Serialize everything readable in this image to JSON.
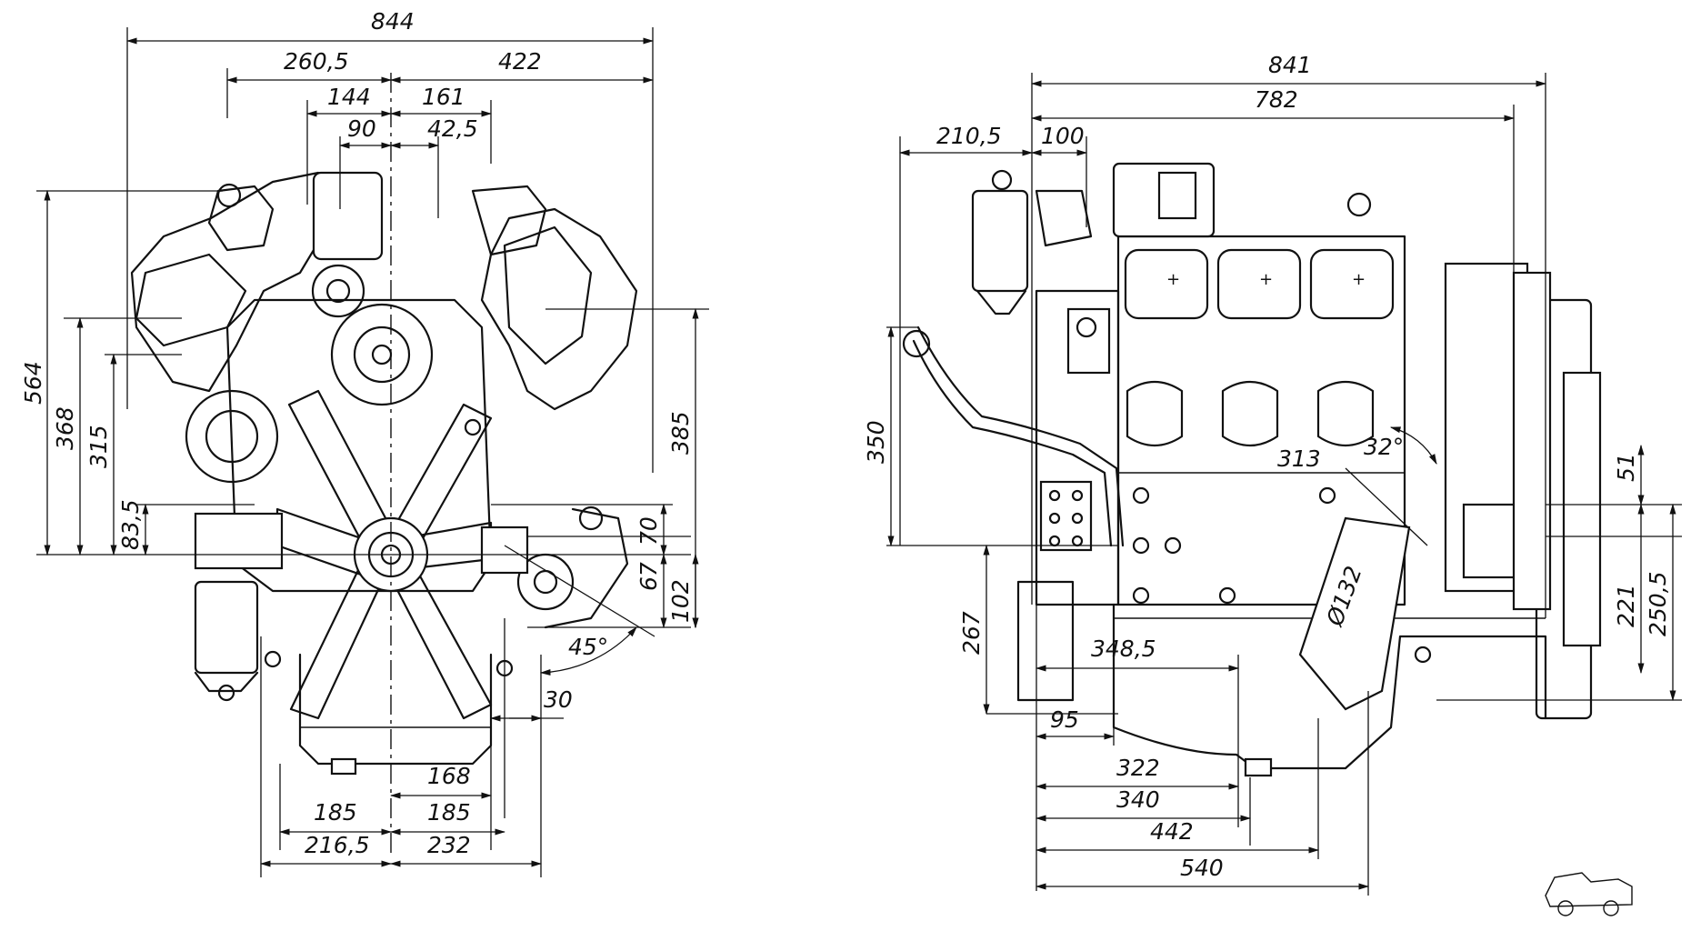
{
  "front_view": {
    "overall_width": "844",
    "left_of_axis": "260,5",
    "right_of_axis": "422",
    "pump_left": "144",
    "pump_right": "161",
    "offset_90": "90",
    "offset_42_5": "42,5",
    "height_564": "564",
    "height_368": "368",
    "height_315": "315",
    "height_83_5": "83,5",
    "height_385": "385",
    "height_70": "70",
    "height_67": "67",
    "height_102": "102",
    "angle": "45°",
    "dim_30": "30",
    "dim_168": "168",
    "dim_185_left": "185",
    "dim_185_right": "185",
    "dim_216_5": "216,5",
    "dim_232": "232"
  },
  "side_view": {
    "overall_length": "841",
    "length_782": "782",
    "dim_210_5": "210,5",
    "dim_100": "100",
    "height_350": "350",
    "dim_313": "313",
    "angle_32": "32°",
    "diameter_132": "Ø132",
    "height_51": "51",
    "height_221": "221",
    "height_250_5": "250,5",
    "height_267": "267",
    "dim_348_5": "348,5",
    "dim_95": "95",
    "dim_322": "322",
    "dim_340": "340",
    "dim_442": "442",
    "dim_540": "540"
  }
}
